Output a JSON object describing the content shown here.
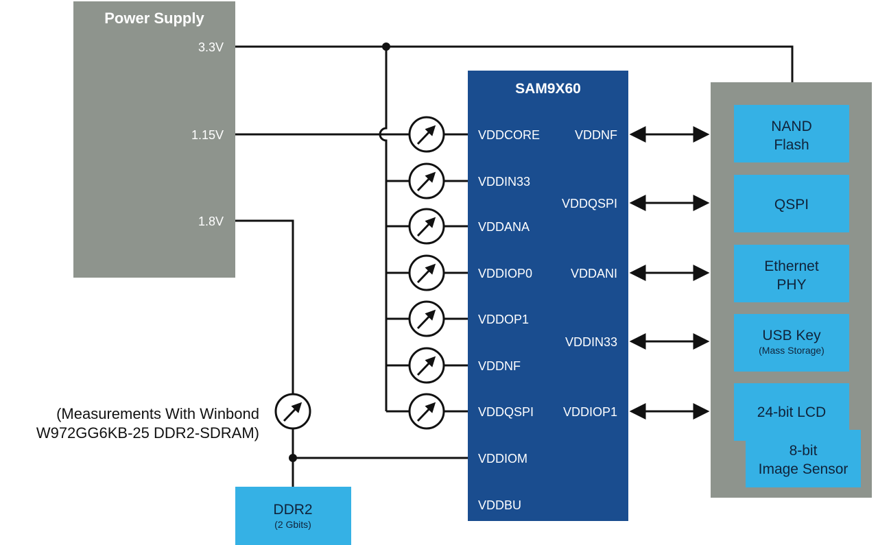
{
  "colors": {
    "power_supply": "#8e948d",
    "chip": "#1a4d8f",
    "peripheral": "#35b1e5",
    "peripheral_container": "#8e948d",
    "wire": "#111111"
  },
  "power_supply": {
    "title": "Power Supply",
    "rails": [
      {
        "label": "3.3V"
      },
      {
        "label": "1.15V"
      },
      {
        "label": "1.8V"
      }
    ]
  },
  "chip": {
    "title": "SAM9X60",
    "left_pins": [
      {
        "label": "VDDCORE",
        "meter": true
      },
      {
        "label": "VDDIN33",
        "meter": true
      },
      {
        "label": "VDDANA",
        "meter": true
      },
      {
        "label": "VDDIOP0",
        "meter": true
      },
      {
        "label": "VDDOP1",
        "meter": true
      },
      {
        "label": "VDDNF",
        "meter": true
      },
      {
        "label": "VDDQSPI",
        "meter": true
      },
      {
        "label": "VDDIOM",
        "meter": false
      },
      {
        "label": "VDDBU",
        "meter": false
      }
    ],
    "right_pins": [
      {
        "label": "VDDNF"
      },
      {
        "label": "VDDQSPI"
      },
      {
        "label": "VDDANI"
      },
      {
        "label": "VDDIN33"
      },
      {
        "label": "VDDIOP1"
      }
    ]
  },
  "peripherals": [
    {
      "lines": [
        "NAND",
        "Flash"
      ],
      "sub": ""
    },
    {
      "lines": [
        "QSPI"
      ],
      "sub": ""
    },
    {
      "lines": [
        "Ethernet",
        "PHY"
      ],
      "sub": ""
    },
    {
      "lines": [
        "USB Key"
      ],
      "sub": "(Mass Storage)"
    },
    {
      "lines": [
        "24-bit LCD"
      ],
      "sub": ""
    }
  ],
  "image_sensor": {
    "lines": [
      "8-bit",
      "Image Sensor"
    ]
  },
  "ddr": {
    "title": "DDR2",
    "sub": "(2 Gbits)"
  },
  "note": {
    "line1": "(Measurements With Winbond",
    "line2": "W972GG6KB-25 DDR2-SDRAM)"
  }
}
